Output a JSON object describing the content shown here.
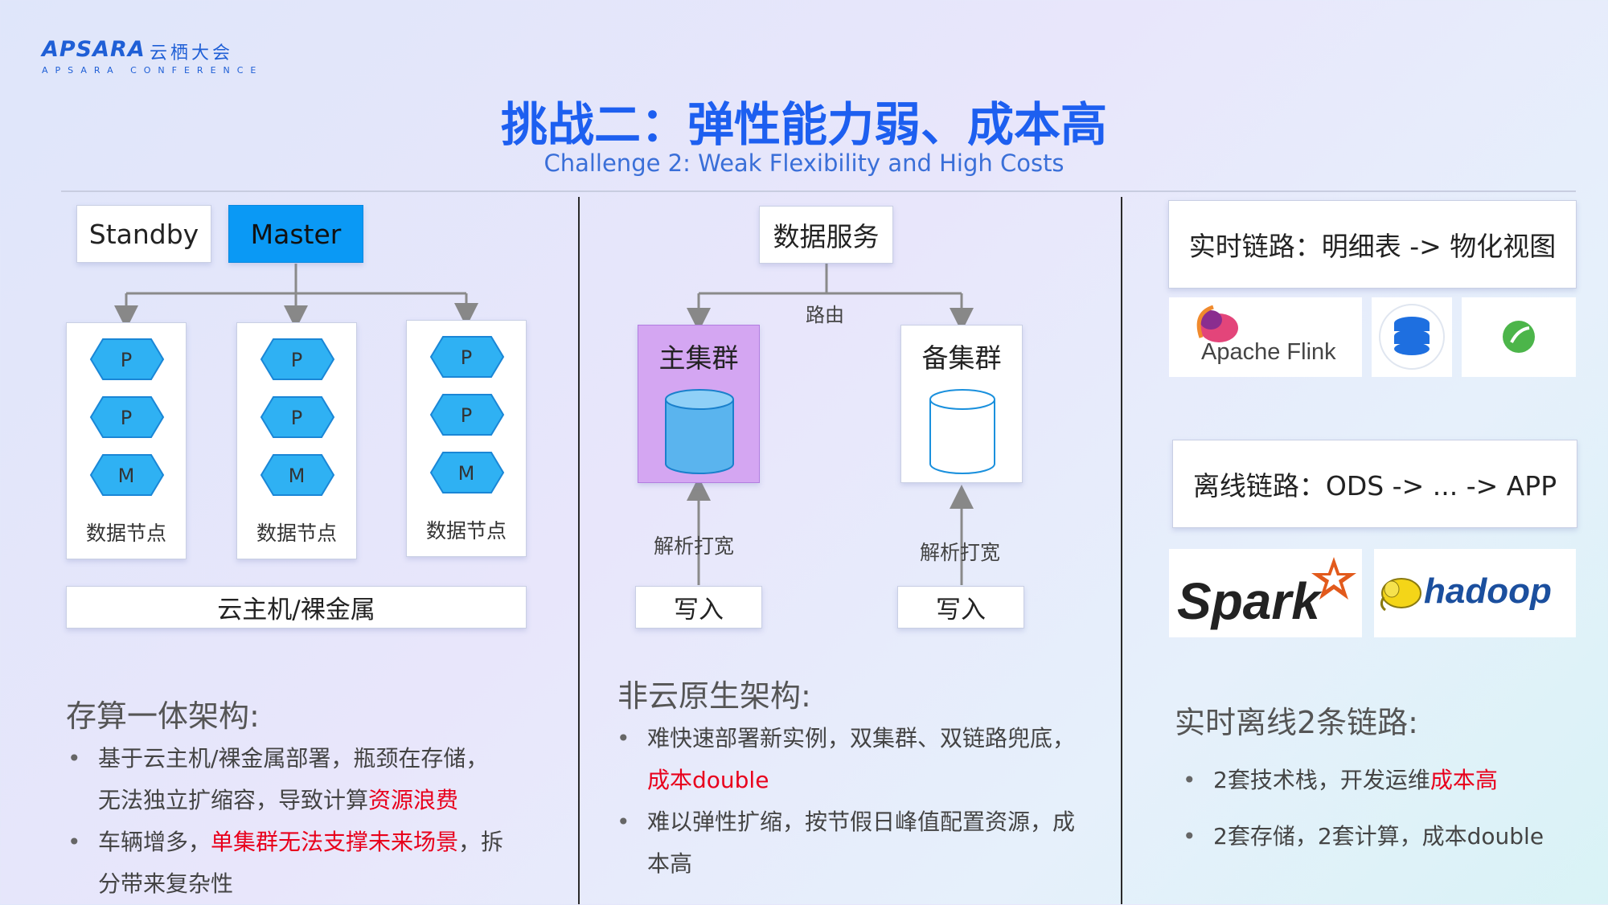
{
  "logo": {
    "main": "APSARA",
    "cn": "云栖大会",
    "sub": "APSARA CONFERENCE"
  },
  "title": "挑战二：弹性能力弱、成本高",
  "subtitle": "Challenge 2: Weak Flexibility and High Costs",
  "left": {
    "standby": "Standby",
    "master": "Master",
    "nodes": [
      {
        "chips": [
          "P",
          "P",
          "M"
        ],
        "label": "数据节点"
      },
      {
        "chips": [
          "P",
          "P",
          "M"
        ],
        "label": "数据节点"
      },
      {
        "chips": [
          "P",
          "P",
          "M"
        ],
        "label": "数据节点"
      }
    ],
    "base": "云主机/裸金属",
    "heading": "存算一体架构:",
    "b1_a": "基于云主机/裸金属部署，瓶颈在存储，",
    "b1_b": "无法独立扩缩容，导致计算",
    "b1_red": "资源浪费",
    "b2_a": "车辆增多，",
    "b2_red": "单集群无法支撑未来场景",
    "b2_b": "，拆",
    "b2_c": "分带来复杂性"
  },
  "middle": {
    "service": "数据服务",
    "route": "路由",
    "primary": "主集群",
    "backup": "备集群",
    "parse1": "解析打宽",
    "parse2": "解析打宽",
    "write1": "写入",
    "write2": "写入",
    "heading": "非云原生架构:",
    "b1_a": "难快速部署新实例，双集群、双链路兜底，",
    "b1_red": "成本double",
    "b2_a": "难以弹性扩缩，按节假日峰值配置资源，成",
    "b2_b": "本高",
    "colors": {
      "primary_fill": "#d4a6f2",
      "cyl_fill": "#5ab4ee"
    }
  },
  "right": {
    "realtime": "实时链路：明细表 -> 物化视图",
    "flink": "Apache Flink",
    "offline": "离线链路：ODS -> ... -> APP",
    "spark": "Spark",
    "hadoop": "hadoop",
    "heading": "实时离线2条链路:",
    "b1_a": "2套技术栈，开发运维",
    "b1_red": "成本高",
    "b2": "2套存储，2套计算，成本double"
  }
}
